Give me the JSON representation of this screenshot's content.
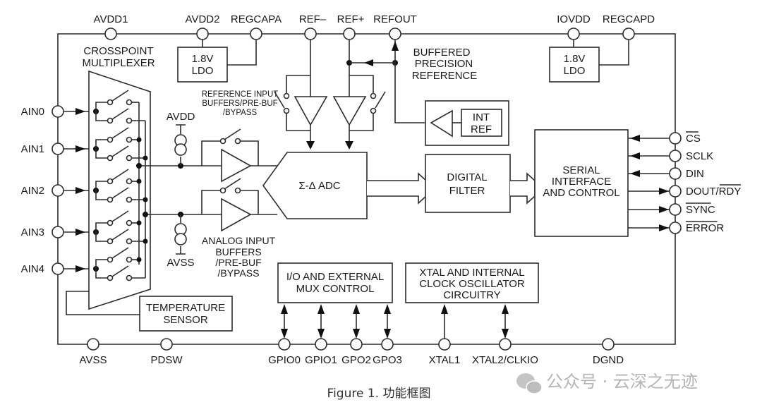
{
  "diagram": {
    "title": "Functional Block Diagram",
    "caption": "Figure 1. 功能框图",
    "watermark": "公众号 · 云深之无迹",
    "top_pins": [
      "AVDD1",
      "AVDD2",
      "REGCAPA",
      "REF–",
      "REF+",
      "REFOUT",
      "IOVDD",
      "REGCAPD"
    ],
    "left_pins": [
      "AIN0",
      "AIN1",
      "AIN2",
      "AIN3",
      "AIN4"
    ],
    "right_pins": [
      {
        "label": "CS",
        "overbar": true,
        "direction": "in"
      },
      {
        "label": "SCLK",
        "overbar": false,
        "direction": "in"
      },
      {
        "label": "DIN",
        "overbar": false,
        "direction": "in"
      },
      {
        "label": "DOUT/",
        "label2": "RDY",
        "overbar2": true,
        "direction": "out"
      },
      {
        "label": "SYNC",
        "overbar": true,
        "direction": "out"
      },
      {
        "label": "ERROR",
        "overbar": true,
        "direction": "out"
      }
    ],
    "bottom_pins": [
      "AVSS",
      "PDSW",
      "GPIO0",
      "GPIO1",
      "GPO2",
      "GPO3",
      "XTAL1",
      "XTAL2/CLKIO",
      "DGND"
    ],
    "blocks": {
      "mux_line1": "CROSSPOINT",
      "mux_line2": "MULTIPLEXER",
      "ldo_a_line1": "1.8V",
      "ldo_a_line2": "LDO",
      "ldo_d_line1": "1.8V",
      "ldo_d_line2": "LDO",
      "ref_buf_line1": "REFERENCE INPUT",
      "ref_buf_line2": "BUFFERS/PRE-BUF",
      "ref_buf_line3": "/BYPASS",
      "buffered_ref_line1": "BUFFERED",
      "buffered_ref_line2": "PRECISION",
      "buffered_ref_line3": "REFERENCE",
      "int_ref_line1": "INT",
      "int_ref_line2": "REF",
      "avdd_label": "AVDD",
      "avss_label": "AVSS",
      "adc": "Σ-Δ ADC",
      "filter_line1": "DIGITAL",
      "filter_line2": "FILTER",
      "serial_line1": "SERIAL",
      "serial_line2": "INTERFACE",
      "serial_line3": "AND CONTROL",
      "ain_buf_line1": "ANALOG INPUT",
      "ain_buf_line2": "BUFFERS",
      "ain_buf_line3": "/PRE-BUF",
      "ain_buf_line4": "/BYPASS",
      "temp_line1": "TEMPERATURE",
      "temp_line2": "SENSOR",
      "io_line1": "I/O AND EXTERNAL",
      "io_line2": "MUX CONTROL",
      "xtal_line1": "XTAL AND INTERNAL",
      "xtal_line2": "CLOCK OSCILLATOR",
      "xtal_line3": "CIRCUITRY"
    }
  }
}
